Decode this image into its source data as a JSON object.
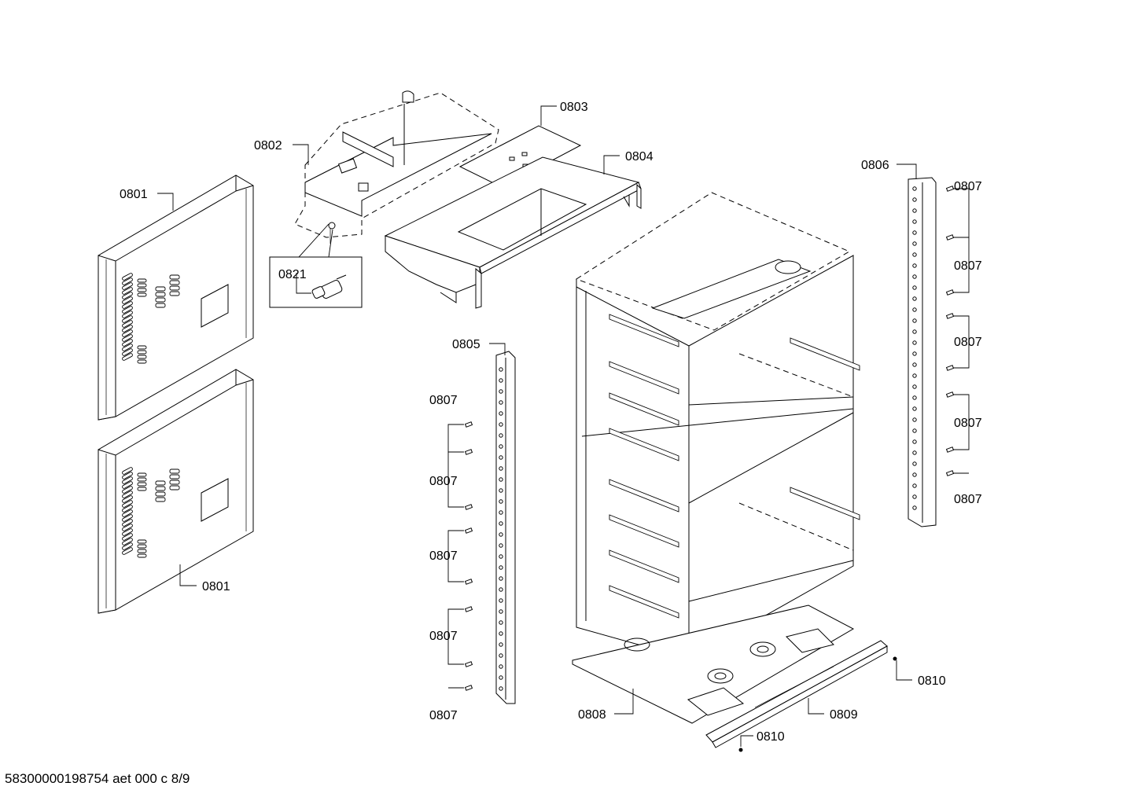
{
  "document": {
    "footer_id": "58300000198754 aet 000 c 8/9"
  },
  "part_labels": {
    "p0801_top": "0801",
    "p0801_bottom": "0801",
    "p0802": "0802",
    "p0803": "0803",
    "p0804": "0804",
    "p0805": "0805",
    "p0806": "0806",
    "p0807_l1": "0807",
    "p0807_l2": "0807",
    "p0807_l3": "0807",
    "p0807_l4": "0807",
    "p0807_l5": "0807",
    "p0807_r1": "0807",
    "p0807_r2": "0807",
    "p0807_r3": "0807",
    "p0807_r4": "0807",
    "p0807_r5": "0807",
    "p0808": "0808",
    "p0809": "0809",
    "p0810_right": "0810",
    "p0810_bottom": "0810",
    "p0821": "0821"
  }
}
